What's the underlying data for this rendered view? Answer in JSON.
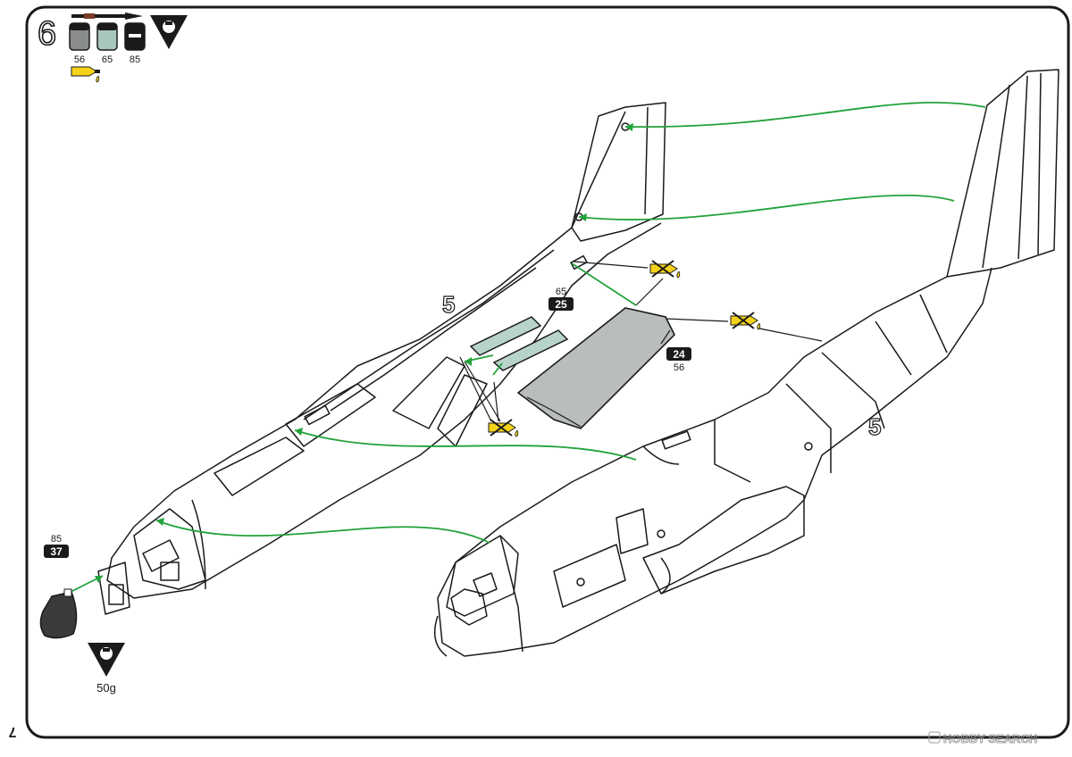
{
  "step": {
    "number": "6"
  },
  "paints": [
    {
      "code": "56",
      "color": "#8a8d8a"
    },
    {
      "code": "65",
      "color": "#a9c6bd"
    },
    {
      "code": "85",
      "color": "#1a1a1a"
    }
  ],
  "page_number": "7",
  "icons": {
    "brush": "paint-brush-icon",
    "glue": "glue-tube-icon",
    "weight": "weight-icon",
    "no_glue": "no-glue-icon"
  },
  "parts": {
    "p25": {
      "number": "25",
      "paint": "65"
    },
    "p24": {
      "number": "24",
      "paint": "56"
    },
    "p37": {
      "number": "37",
      "paint": "85"
    }
  },
  "sub_assembly_ref": "5",
  "weight_label": "50g",
  "watermark": "HOBBY SEARCH",
  "colors": {
    "leader": "#22a23a",
    "outline": "#1a1a1a",
    "part_grey": "#b9bdbb",
    "window_green": "#b8d4c8",
    "nose_weight": "#3a3a3a",
    "glue_yellow": "#f5d21a"
  }
}
